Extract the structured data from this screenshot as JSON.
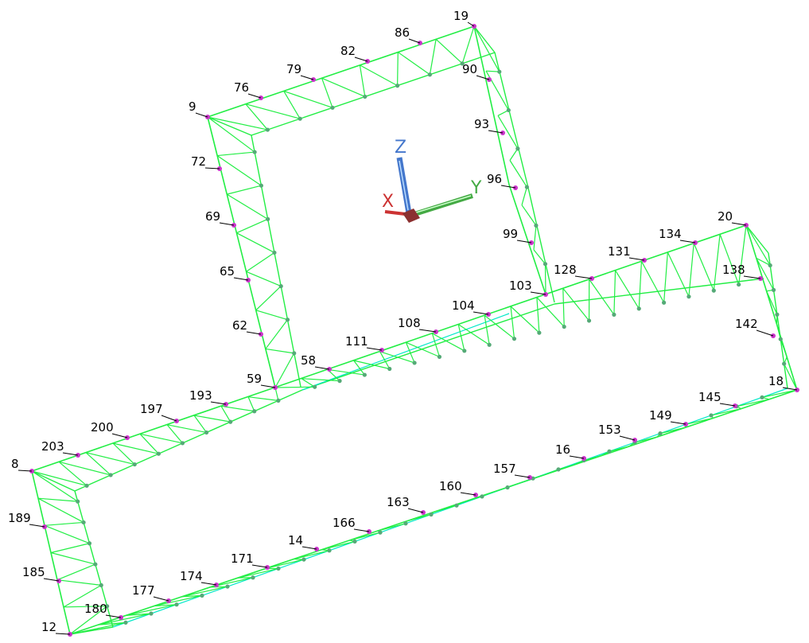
{
  "colors": {
    "background": "#ffffff",
    "member": "#22ee44",
    "member_inner": "#00e8c8",
    "node_main": "#cc33cc",
    "node_minor": "#55aa77",
    "leader": "#000000",
    "label": "#000000",
    "axis_x": "#cc3333",
    "axis_y": "#44aa44",
    "axis_z": "#4477cc"
  },
  "ucs_icon": {
    "x_label": "X",
    "y_label": "Y",
    "z_label": "Z"
  },
  "nodes": [
    {
      "id": "19"
    },
    {
      "id": "86"
    },
    {
      "id": "90"
    },
    {
      "id": "82"
    },
    {
      "id": "79"
    },
    {
      "id": "76"
    },
    {
      "id": "9"
    },
    {
      "id": "93"
    },
    {
      "id": "72"
    },
    {
      "id": "96"
    },
    {
      "id": "69"
    },
    {
      "id": "99"
    },
    {
      "id": "65"
    },
    {
      "id": "62"
    },
    {
      "id": "20"
    },
    {
      "id": "134"
    },
    {
      "id": "131"
    },
    {
      "id": "128"
    },
    {
      "id": "138"
    },
    {
      "id": "103"
    },
    {
      "id": "104"
    },
    {
      "id": "142"
    },
    {
      "id": "108"
    },
    {
      "id": "111"
    },
    {
      "id": "58"
    },
    {
      "id": "59"
    },
    {
      "id": "18"
    },
    {
      "id": "193"
    },
    {
      "id": "145"
    },
    {
      "id": "149"
    },
    {
      "id": "197"
    },
    {
      "id": "153"
    },
    {
      "id": "200"
    },
    {
      "id": "203"
    },
    {
      "id": "16"
    },
    {
      "id": "157"
    },
    {
      "id": "160"
    },
    {
      "id": "8"
    },
    {
      "id": "163"
    },
    {
      "id": "166"
    },
    {
      "id": "189"
    },
    {
      "id": "14"
    },
    {
      "id": "171"
    },
    {
      "id": "185"
    },
    {
      "id": "174"
    },
    {
      "id": "177"
    },
    {
      "id": "180"
    },
    {
      "id": "12"
    }
  ]
}
